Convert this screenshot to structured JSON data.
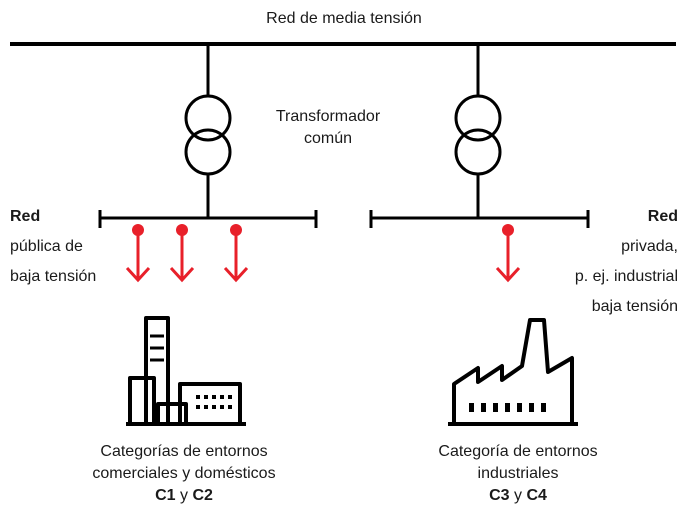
{
  "grid": {
    "title": "Red de media tensión"
  },
  "transformer": {
    "line1": "Transformador",
    "line2": "común"
  },
  "left_network": {
    "heading": "Red",
    "line1": "pública de",
    "line2": "baja tensión",
    "category_line1": "Categorías de entornos",
    "category_line2": "comerciales y domésticos",
    "class_a": "C1",
    "joiner": "y",
    "class_b": "C2"
  },
  "right_network": {
    "heading": "Red",
    "line1": "privada,",
    "line2": "p. ej. industrial",
    "line3": "baja tensión",
    "category_line1": "Categoría de entornos",
    "category_line2": "industriales",
    "class_a": "C3",
    "joiner": "y",
    "class_b": "C4"
  },
  "colors": {
    "line": "#000000",
    "accent": "#e8202a",
    "text": "#1a1a1a"
  },
  "icons": [
    "transformer-icon",
    "load-arrow-icon",
    "commercial-building-icon",
    "factory-icon"
  ]
}
